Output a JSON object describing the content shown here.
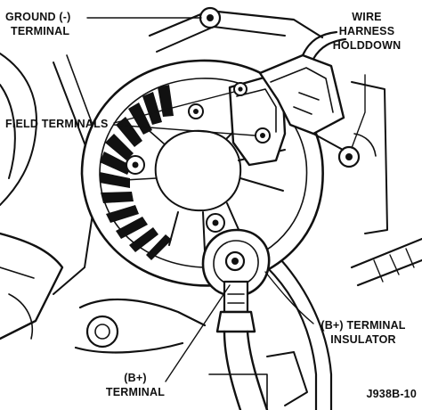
{
  "labels": {
    "ground_terminal": [
      "GROUND (-)",
      "TERMINAL"
    ],
    "wire_harness_holddown": [
      "WIRE",
      "HARNESS",
      "HOLDDOWN"
    ],
    "field_terminals": "FIELD TERMINALS",
    "b_plus_terminal_insulator": [
      "(B+) TERMINAL",
      "INSULATOR"
    ],
    "b_plus_terminal": [
      "(B+)",
      "TERMINAL"
    ],
    "figure_id": "J938B-10"
  },
  "colors": {
    "ink": "#111111",
    "paper": "#ffffff"
  }
}
